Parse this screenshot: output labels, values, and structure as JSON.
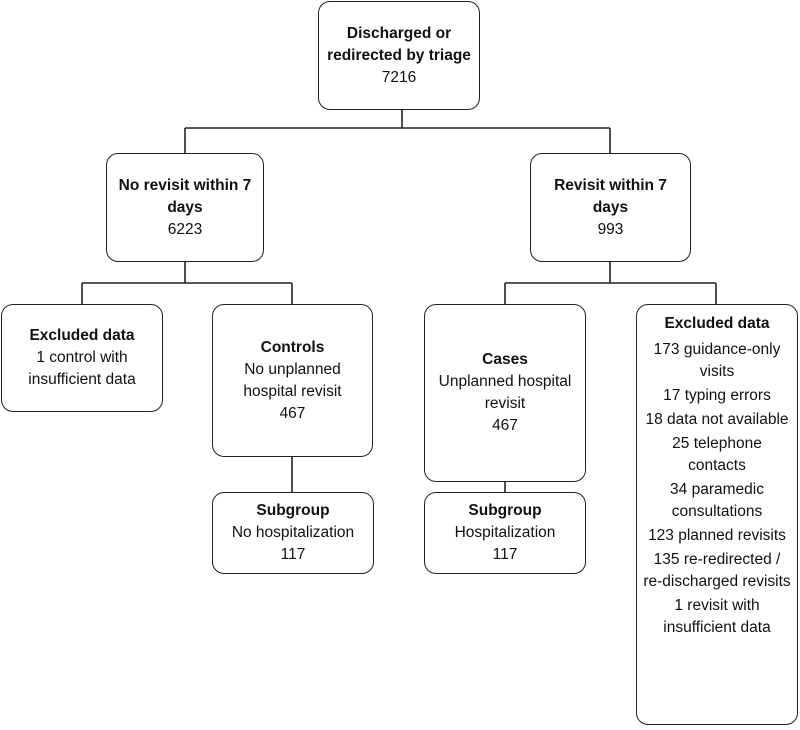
{
  "root": {
    "title": "Discharged or redirected by triage",
    "count": "7216"
  },
  "no_revisit": {
    "title": "No revisit within 7 days",
    "count": "6223"
  },
  "revisit": {
    "title": "Revisit within 7 days",
    "count": "993"
  },
  "excluded_left": {
    "title": "Excluded data",
    "detail": "1 control with insufficient data"
  },
  "controls": {
    "title": "Controls",
    "detail": "No unplanned hospital revisit",
    "count": "467"
  },
  "cases": {
    "title": "Cases",
    "detail": "Unplanned hospital revisit",
    "count": "467"
  },
  "subgroup_controls": {
    "title": "Subgroup",
    "detail": "No hospitalization",
    "count": "117"
  },
  "subgroup_cases": {
    "title": "Subgroup",
    "detail": "Hospitalization",
    "count": "117"
  },
  "excluded_right": {
    "title": "Excluded data",
    "items": [
      "173  guidance-only visits",
      "17 typing errors",
      "18 data not available",
      "25 telephone contacts",
      "34 paramedic consultations",
      "123 planned revisits",
      "135 re-redirected / re-discharged revisits",
      "1 revisit with insufficient data"
    ]
  }
}
